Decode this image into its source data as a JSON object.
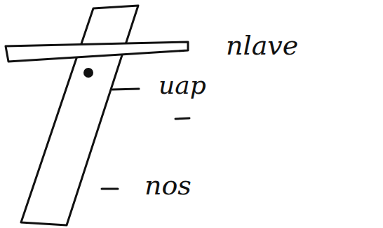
{
  "diagram": {
    "labels": [
      "nlave",
      "uap",
      "nos"
    ]
  }
}
